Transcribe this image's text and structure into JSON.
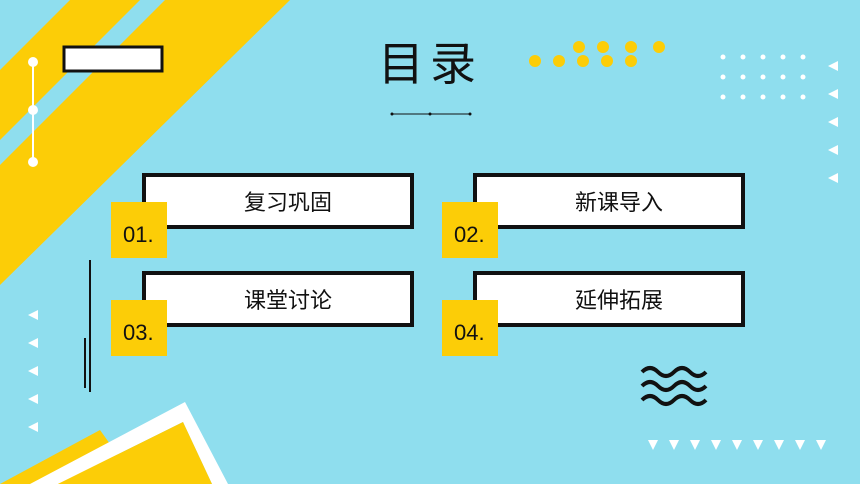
{
  "title": "目录",
  "colors": {
    "background": "#8fdeee",
    "accent": "#fccd07",
    "ink": "#111111",
    "card": "#ffffff"
  },
  "items": [
    {
      "number": "01.",
      "label": "复习巩固"
    },
    {
      "number": "02.",
      "label": "新课导入"
    },
    {
      "number": "03.",
      "label": "课堂讨论"
    },
    {
      "number": "04.",
      "label": "延伸拓展"
    }
  ]
}
